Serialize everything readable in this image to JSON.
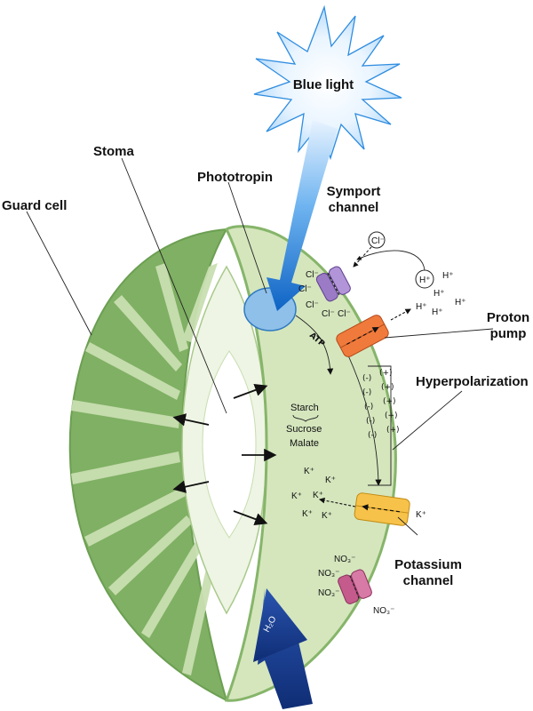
{
  "labels": {
    "blue_light": "Blue light",
    "stoma": "Stoma",
    "guard_cell": "Guard cell",
    "phototropin": "Phototropin",
    "symport_line1": "Symport",
    "symport_line2": "channel",
    "proton_line1": "Proton",
    "proton_line2": "pump",
    "hyperpolarization": "Hyperpolarization",
    "potassium_line1": "Potassium",
    "potassium_line2": "channel",
    "atp": "ATP"
  },
  "molecules": {
    "starch": "Starch",
    "sucrose": "Sucrose",
    "malate": "Malate",
    "h2o": "H₂O"
  },
  "ions": {
    "cl": "Cl⁻",
    "h": "H⁺",
    "k": "K⁺",
    "no3": "NO₃⁻",
    "minus": "(-)",
    "plus": "(+)"
  },
  "colors": {
    "guard_cell_dark": "#7fb063",
    "guard_cell_light": "#d5e6bd",
    "stoma_band": "#eef5e4",
    "phototropin": "#8ec0ea",
    "symport": "#9b7bc6",
    "proton_pump": "#f07a3c",
    "potassium_channel": "#f7c24a",
    "nitrate_channel": "#c45b8c",
    "light_beam": "#1a78d6",
    "water_arrow": "#1a3c8c"
  }
}
